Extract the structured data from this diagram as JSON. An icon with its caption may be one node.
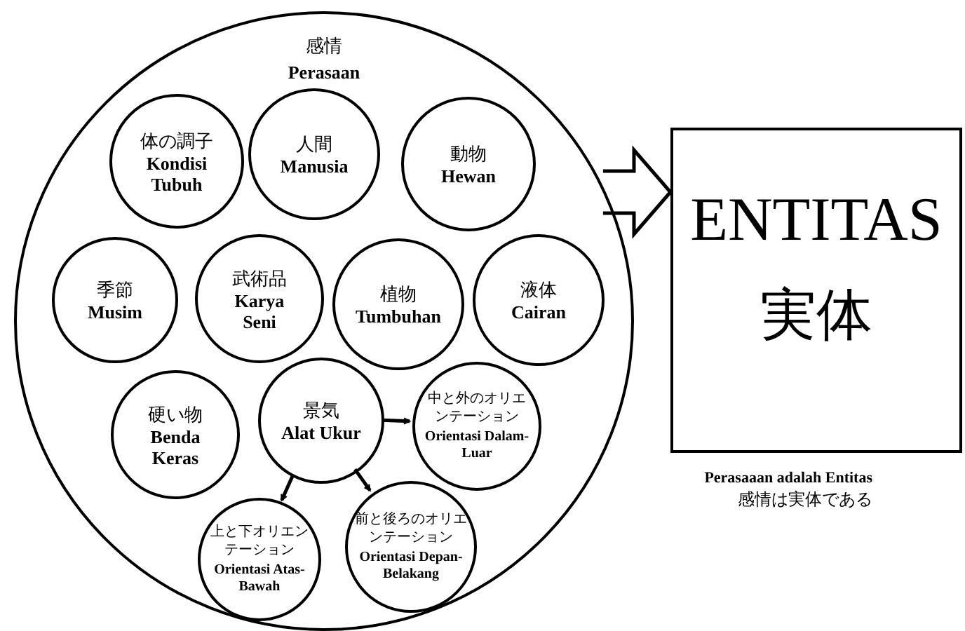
{
  "diagram": {
    "nodes": [
      {
        "text": [
          "感情",
          "Perasaan"
        ]
      },
      {
        "text": [
          "体の調子",
          "Kondisi Tubuh"
        ],
        "in": 0
      },
      {
        "text": [
          "人間",
          "Manusia"
        ],
        "in": 0
      },
      {
        "text": [
          "動物",
          "Hewan"
        ],
        "in": 0
      },
      {
        "text": [
          "季節",
          "Musim"
        ],
        "in": 0
      },
      {
        "text": [
          "武術品",
          "Karya Seni"
        ],
        "in": 0
      },
      {
        "text": [
          "植物",
          "Tumbuhan"
        ],
        "in": 0
      },
      {
        "text": [
          "液体",
          "Cairan"
        ],
        "in": 0
      },
      {
        "text": [
          "硬い物",
          "Benda Keras"
        ],
        "in": 0
      },
      {
        "text": [
          "景気",
          "Alat Ukur"
        ],
        "in": 0
      },
      {
        "text": [
          "中と外のオリエンテーション",
          "Orientasi Dalam-Luar"
        ],
        "in": 0
      },
      {
        "text": [
          "上と下オリエンテーション",
          "Orientasi Atas-Bawah"
        ],
        "in": 0
      },
      {
        "text": [
          "前と後ろのオリエンテーション",
          "Orientasi Depan-Belakang"
        ],
        "in": 0
      },
      {
        "text": [
          "ENTITAS",
          "実体"
        ]
      }
    ],
    "labels": [
      "Perasaaan adalah Entitas",
      "感情は実体である"
    ],
    "edges": [
      {
        "from": 0,
        "to": 13,
        "arrow": "to",
        "style": "thick"
      },
      {
        "from": 9,
        "to": 10,
        "arrow": "to"
      },
      {
        "from": 9,
        "to": 11,
        "arrow": "to"
      },
      {
        "from": 9,
        "to": 12,
        "arrow": "to"
      }
    ]
  }
}
